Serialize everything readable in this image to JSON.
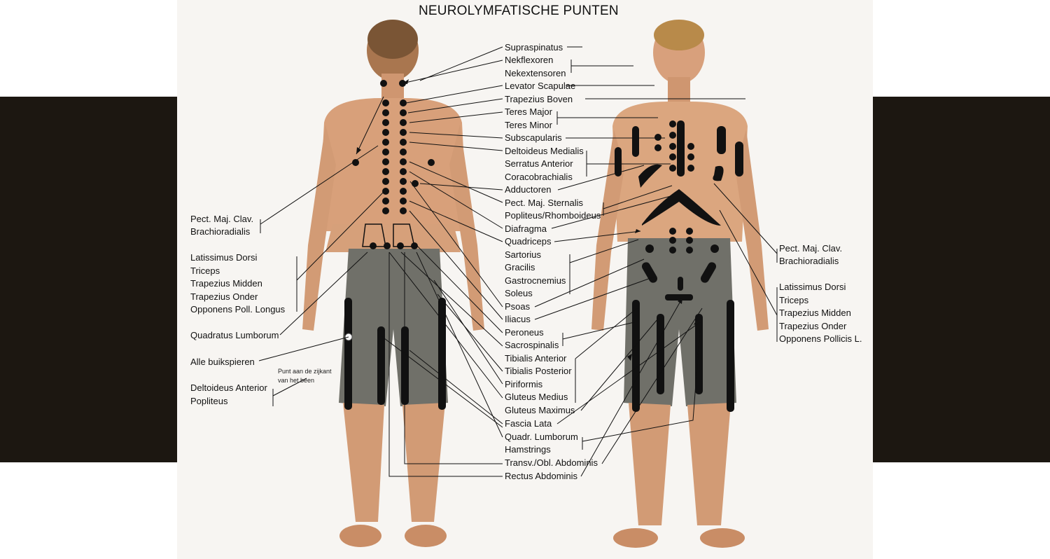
{
  "title": "NEUROLYMFATISCHE PUNTEN",
  "center_labels": [
    "Supraspinatus",
    "Nekflexoren",
    "Nekextensoren",
    "Levator Scapulae",
    "Trapezius Boven",
    "Teres Major",
    "Teres Minor",
    "Subscapularis",
    "Deltoideus Medialis",
    "Serratus Anterior",
    "Coracobrachialis",
    "Adductoren",
    "Pect. Maj. Sternalis",
    "Popliteus/Rhomboideus",
    "Diafragma",
    "Quadriceps",
    "Sartorius",
    "Gracilis",
    "Gastrocnemius",
    "Soleus",
    "Psoas",
    "Iliacus",
    "Peroneus",
    "Sacrospinalis",
    "Tibialis Anterior",
    "Tibialis Posterior",
    "Piriformis",
    "Gluteus Medius",
    "Gluteus Maximus",
    "Fascia Lata",
    "Quadr. Lumborum",
    "Hamstrings",
    "Transv./Obl. Abdominis",
    "Rectus Abdominis"
  ],
  "left_labels": {
    "g1": [
      "Pect. Maj. Clav.",
      "Brachioradialis"
    ],
    "g2": [
      "Latissimus Dorsi",
      "Triceps",
      "Trapezius Midden",
      "Trapezius Onder",
      "Opponens Poll. Longus"
    ],
    "g3": "Quadratus Lumborum",
    "g4": "Alle buikspieren",
    "g5": [
      "Deltoideus Anterior",
      "Popliteus"
    ]
  },
  "right_labels": {
    "g1": [
      "Pect. Maj. Clav.",
      "Brachioradialis"
    ],
    "g2": [
      "Latissimus Dorsi",
      "Triceps",
      "Trapezius Midden",
      "Trapezius Onder",
      "Opponens Pollicis L."
    ]
  },
  "note": [
    "Punt aan de zijkant",
    "van het been"
  ],
  "colors": {
    "band": "#1c1711",
    "skin": "#d9a27c",
    "shorts": "#6e6e68",
    "point": "#111111"
  }
}
